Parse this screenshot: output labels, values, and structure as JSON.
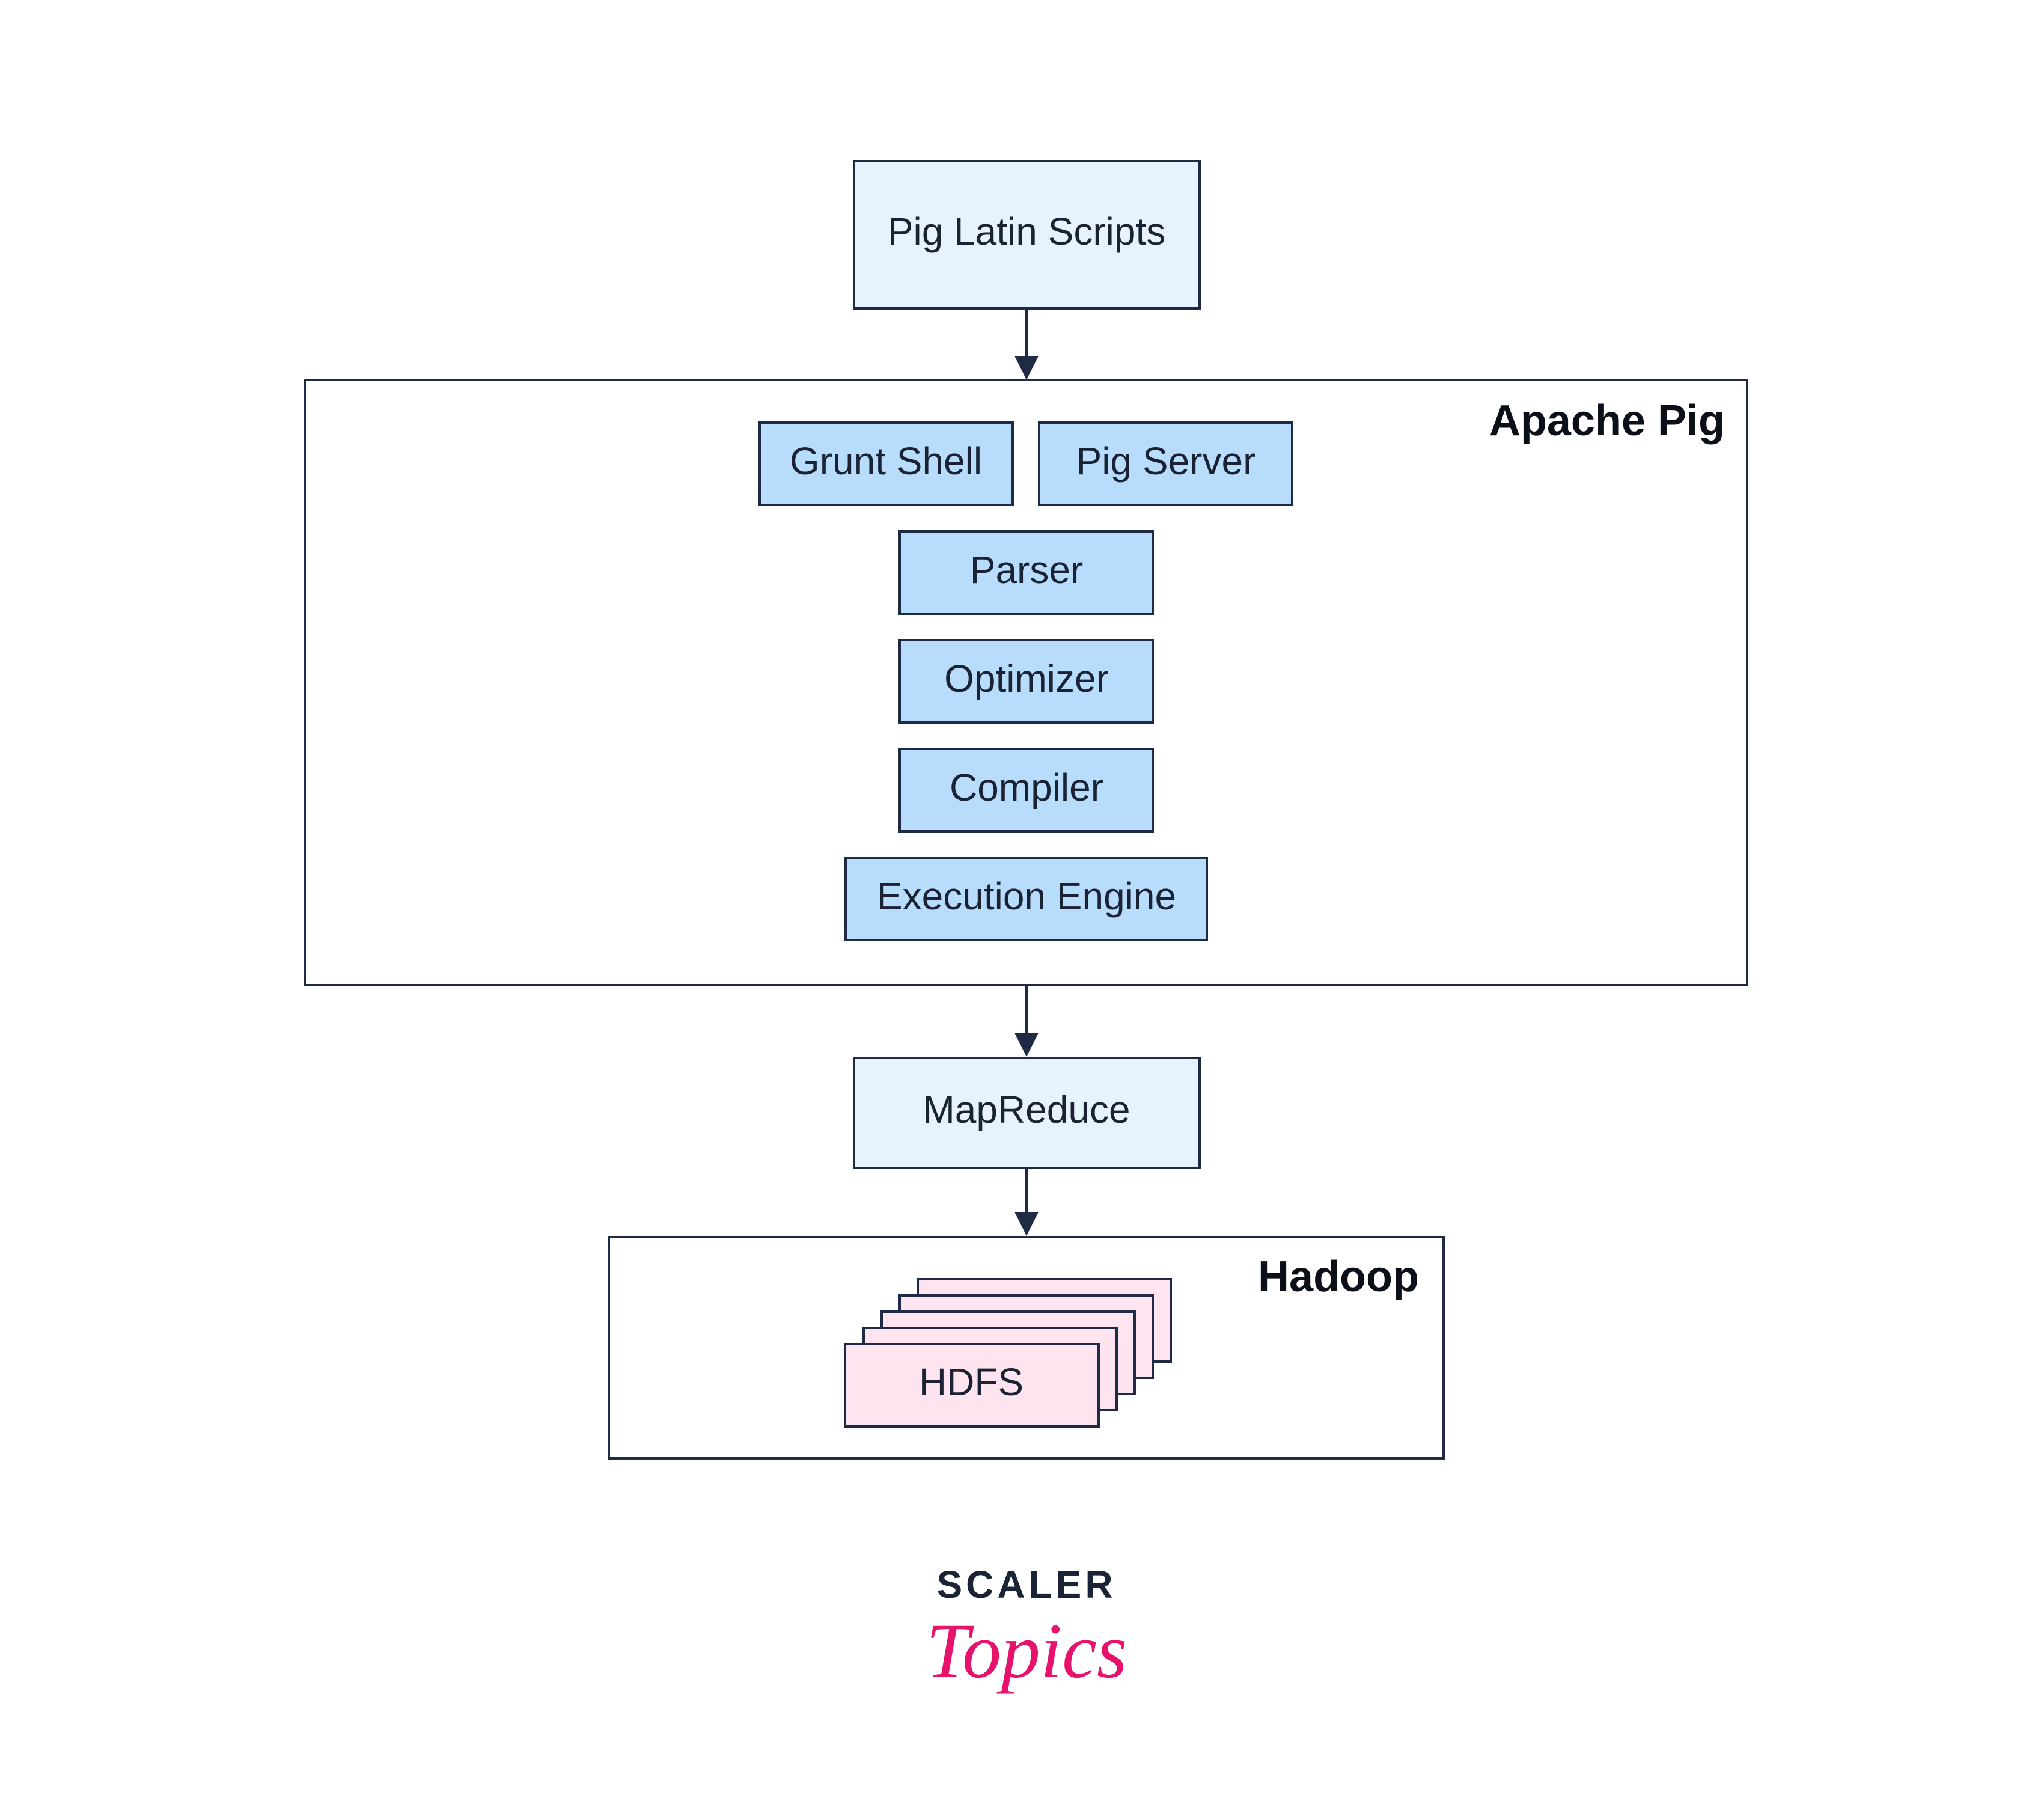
{
  "colors": {
    "stroke": "#1f2a44",
    "light_node_fill": "#e6f3fd",
    "component_fill": "#b8dcfb",
    "hdfs_fill": "#fde4ee",
    "logo_dark": "#1b2336",
    "logo_accent": "#e6126b"
  },
  "nodes": {
    "pig_latin_scripts": "Pig Latin Scripts",
    "grunt_shell": "Grunt Shell",
    "pig_server": "Pig Server",
    "parser": "Parser",
    "optimizer": "Optimizer",
    "compiler": "Compiler",
    "execution_engine": "Execution Engine",
    "mapreduce": "MapReduce",
    "hdfs": "HDFS"
  },
  "containers": {
    "apache_pig": "Apache Pig",
    "hadoop": "Hadoop"
  },
  "logo": {
    "top": "SCALER",
    "bottom": "Topics"
  }
}
